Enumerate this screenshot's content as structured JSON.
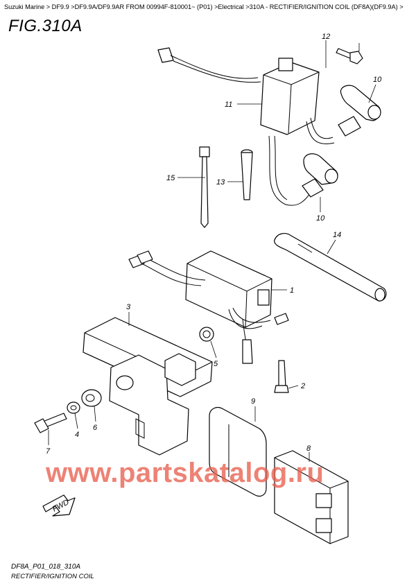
{
  "breadcrumb": "Suzuki Marine > DF9.9 >DF9.9A/DF9.9AR FROM 00994F-810001~ (P01) >Electrical >310A - RECTIFIER/IGNITION COIL (DF8A)(DF9.9A) >",
  "figure": {
    "title": "FIG.310A"
  },
  "callouts": {
    "c1": "1",
    "c2": "2",
    "c3": "3",
    "c4": "4",
    "c5": "5",
    "c6": "6",
    "c7": "7",
    "c8": "8",
    "c9": "9",
    "c10a": "10",
    "c10b": "10",
    "c11": "11",
    "c12": "12",
    "c13": "13",
    "c14": "14",
    "c15": "15"
  },
  "fwd_label": "FWD",
  "watermark": "www.partskatalog.ru",
  "diagram_code": "DF8A_P01_018_310A",
  "caption": "RECTIFIER/IGNITION COIL",
  "colors": {
    "watermark": "#e8604f",
    "ink": "#000000"
  }
}
